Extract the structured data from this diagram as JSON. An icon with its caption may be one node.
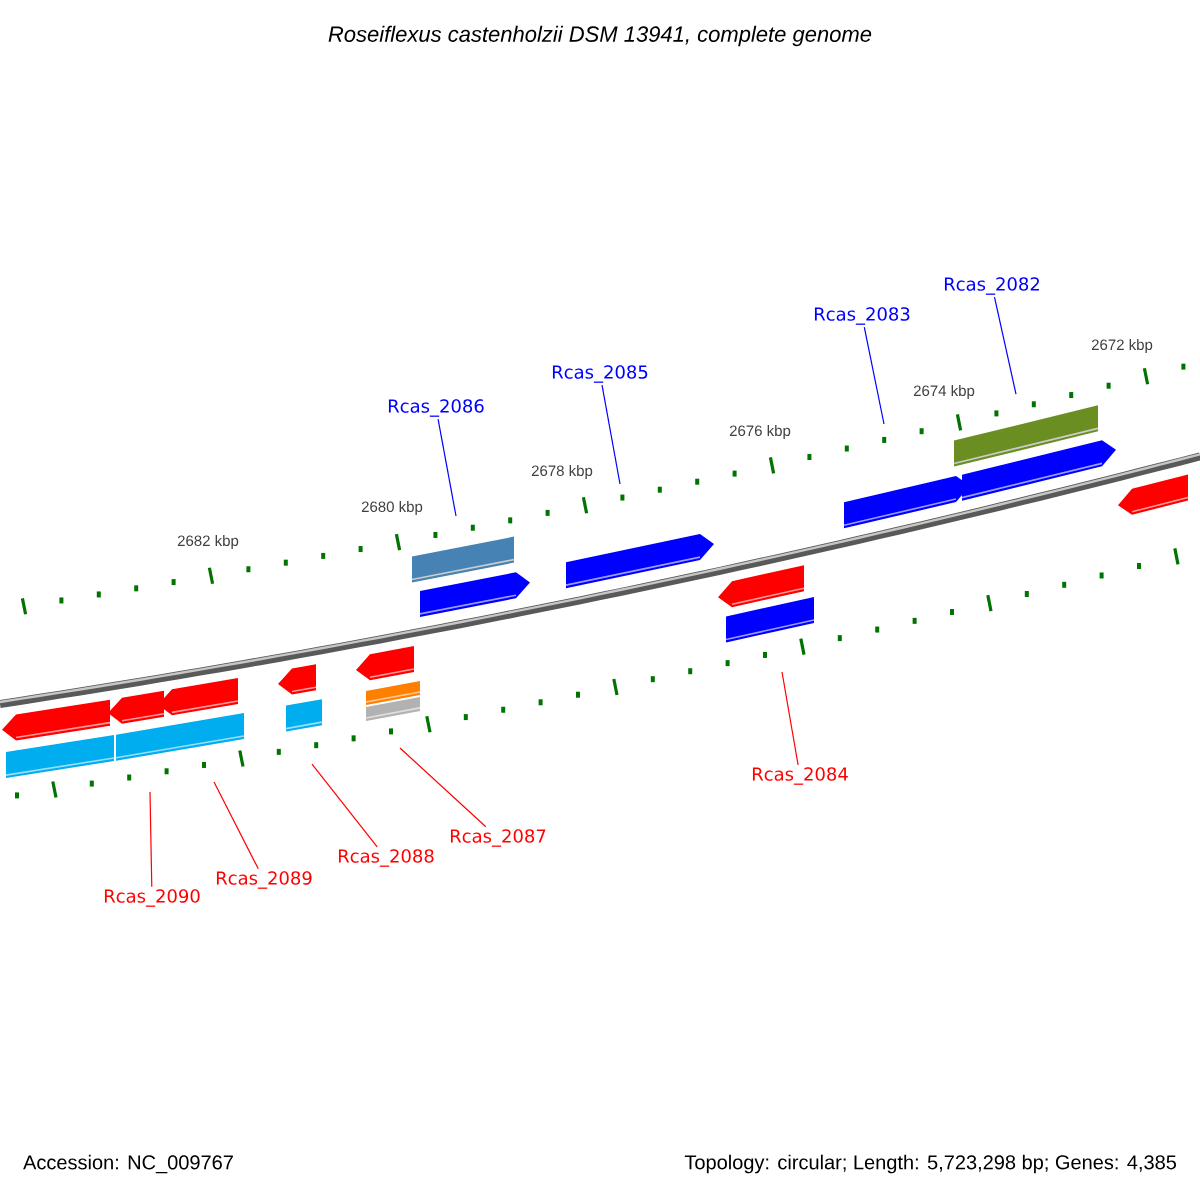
{
  "diagram": {
    "title": "*Roseiflexus castenholzii* DSM 13941, complete genome",
    "nodes": [
      {
        "text": [
          "Rcas_2082"
        ]
      },
      {
        "text": [
          "Rcas_2083"
        ]
      },
      {
        "text": [
          "Rcas_2085"
        ]
      },
      {
        "text": [
          "Rcas_2086"
        ]
      },
      {
        "text": [
          "Rcas_2084"
        ]
      },
      {
        "text": [
          "Rcas_2087"
        ]
      },
      {
        "text": [
          "Rcas_2088"
        ]
      },
      {
        "text": [
          "Rcas_2089"
        ]
      },
      {
        "text": [
          "Rcas_2090"
        ]
      }
    ],
    "edges": [
      {
        "from": 0,
        "to": null,
        "arrow": "none",
        "color": "#0000ff"
      },
      {
        "from": 1,
        "to": null,
        "arrow": "none",
        "color": "#0000ff"
      },
      {
        "from": 2,
        "to": null,
        "arrow": "none",
        "color": "#0000ff"
      },
      {
        "from": 3,
        "to": null,
        "arrow": "none",
        "color": "#0000ff"
      },
      {
        "from": 4,
        "to": null,
        "arrow": "none",
        "color": "#ff0000"
      },
      {
        "from": 5,
        "to": null,
        "arrow": "none",
        "color": "#ff0000"
      },
      {
        "from": 6,
        "to": null,
        "arrow": "none",
        "color": "#ff0000"
      },
      {
        "from": 7,
        "to": null,
        "arrow": "none",
        "color": "#ff0000"
      },
      {
        "from": 8,
        "to": null,
        "arrow": "none",
        "color": "#ff0000"
      }
    ],
    "labels": [
      "2672 kbp",
      "2674 kbp",
      "2676 kbp",
      "2678 kbp",
      "2680 kbp",
      "2682 kbp",
      "Accession: NC_009767",
      "Topology: circular; Length: 5,723,298 bp; Genes: 4,385"
    ]
  }
}
